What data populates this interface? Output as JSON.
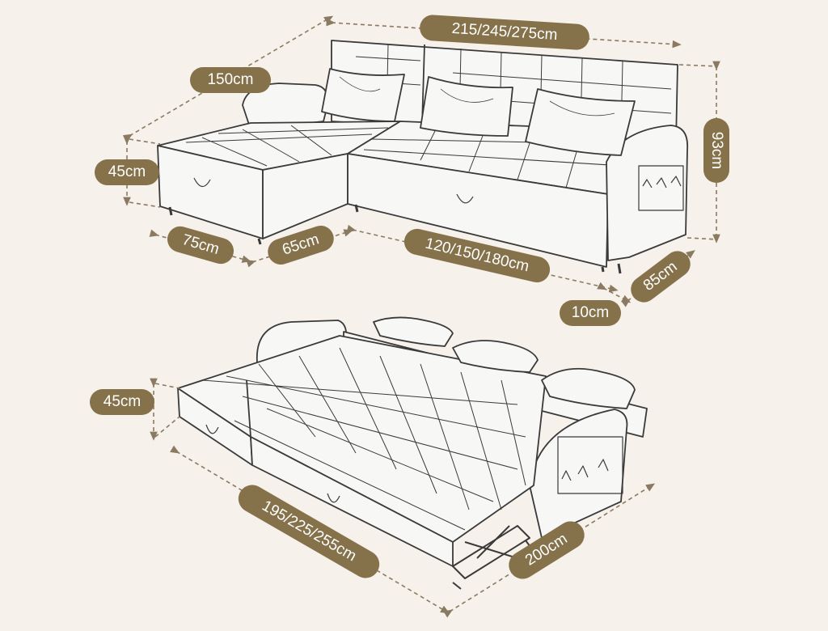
{
  "colors": {
    "background": "#f6f1ea",
    "label_fill": "#85714a",
    "label_text": "#ffffff",
    "line": "#3a3a3a",
    "dimension_line": "#8a7a62",
    "fabric": "#f7f7f5"
  },
  "icons": [
    "sectional-sofa-illustration",
    "sofa-bed-unfolded-illustration"
  ],
  "dimensions": {
    "sofa": {
      "width": "215/245/275cm",
      "chaise_length": "150cm",
      "height": "93cm",
      "seat_height": "45cm",
      "chaise_width": "75cm",
      "middle_width": "65cm",
      "main_seat_width": "120/150/180cm",
      "arm_width": "10cm",
      "depth": "85cm"
    },
    "bed": {
      "seat_height": "45cm",
      "length": "195/225/255cm",
      "width": "200cm"
    }
  }
}
